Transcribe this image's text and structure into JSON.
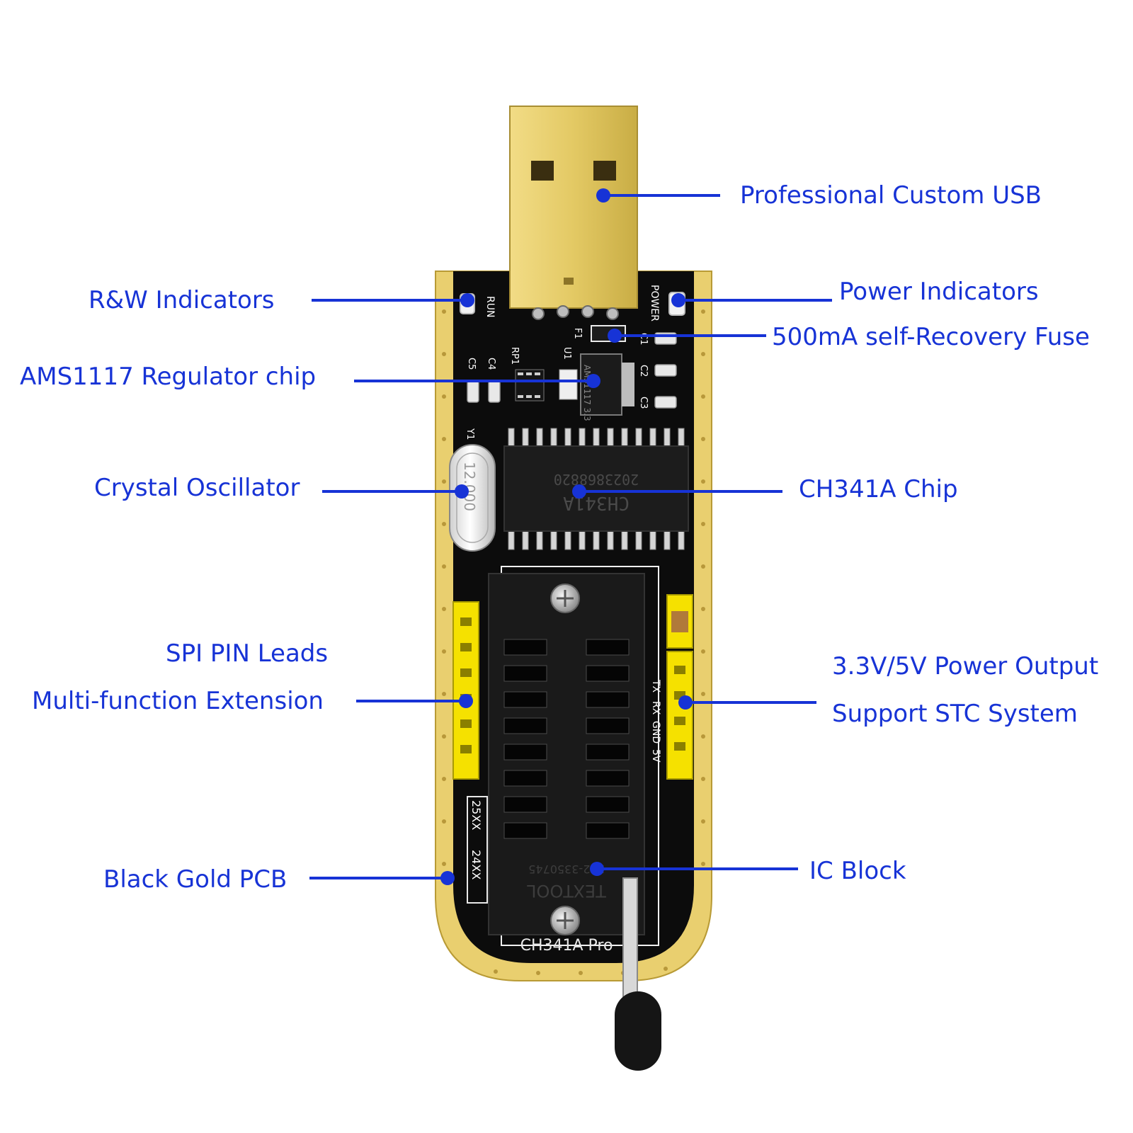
{
  "colors": {
    "label": "#1733d6",
    "leader": "#1733d6",
    "pcb": "#0c0c0c",
    "gold": "#e9cf6f",
    "usb_gold": "#d8bf5a",
    "header_yellow": "#f5e100",
    "socket": "#1a1a1a"
  },
  "labels": {
    "usb": "Professional Custom USB",
    "rw_indicators": "R&W Indicators",
    "power_indicators": "Power Indicators",
    "fuse": "500mA self-Recovery Fuse",
    "regulator": "AMS1117 Regulator chip",
    "crystal": "Crystal Oscillator",
    "ch341a": "CH341A Chip",
    "spi_leads": "SPI PIN Leads",
    "multi_function": "Multi-function Extension",
    "power_output": "3.3V/5V Power Output",
    "stc_support": "Support STC System",
    "black_gold_pcb": "Black Gold PCB",
    "ic_block": "IC Block"
  },
  "board_text": {
    "run": "RUN",
    "power": "POWER",
    "f1": "F1",
    "u1": "U1",
    "rp1": "RP1",
    "c1": "C1",
    "c2": "C2",
    "c3": "C3",
    "c4": "C4",
    "c5": "C5",
    "y1": "Y1",
    "crystal_marking": "12.000",
    "chip_name": "CH341A",
    "chip_code": "2023868820",
    "regulator_marking": "AMS1117 3.3",
    "pin_tx": "TX",
    "pin_rx": "RX",
    "pin_gnd": "GND",
    "pin_5v": "5V",
    "mark_25xx": "25XX",
    "mark_24xx": "24XX",
    "socket_brand": "TEXTOOL",
    "socket_code": "222-3350745",
    "board_name": "CH341A Pro"
  }
}
